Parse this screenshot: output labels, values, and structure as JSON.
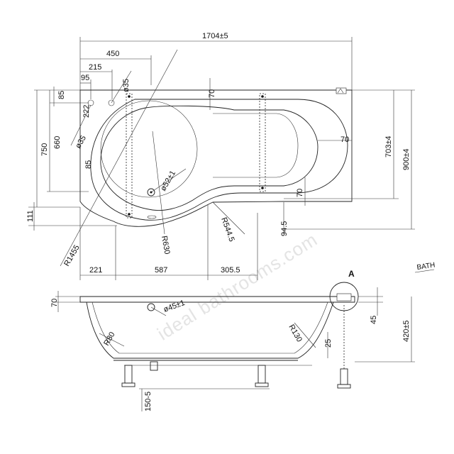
{
  "watermark": "ideal bathrooms.com",
  "top_view": {
    "overall_length": "1704±5",
    "d450": "450",
    "d215": "215",
    "d95": "95",
    "dia35_top": "ø35",
    "d85_top": "85",
    "d222": "222",
    "d660": "660",
    "d750": "750",
    "dia35_side": "ø35",
    "d85_side": "85",
    "d70_top": "70",
    "d70_right": "70",
    "d703": "703±4",
    "d900": "900±4",
    "dia52": "ø52±1",
    "d70_bottom": "70",
    "d111": "111",
    "r1455": "R1455",
    "r544": "R544.5",
    "d94": "94.5",
    "r630": "R630",
    "d221": "221",
    "d587": "587",
    "d305": "305.5"
  },
  "side_view": {
    "d70": "70",
    "dia45": "ø45±1",
    "r80": "R80",
    "r130": "R130",
    "d25": "25",
    "d45": "45",
    "d420": "420±5",
    "d150": "150-5"
  },
  "detail_label": "A",
  "bath_label": "BATH"
}
